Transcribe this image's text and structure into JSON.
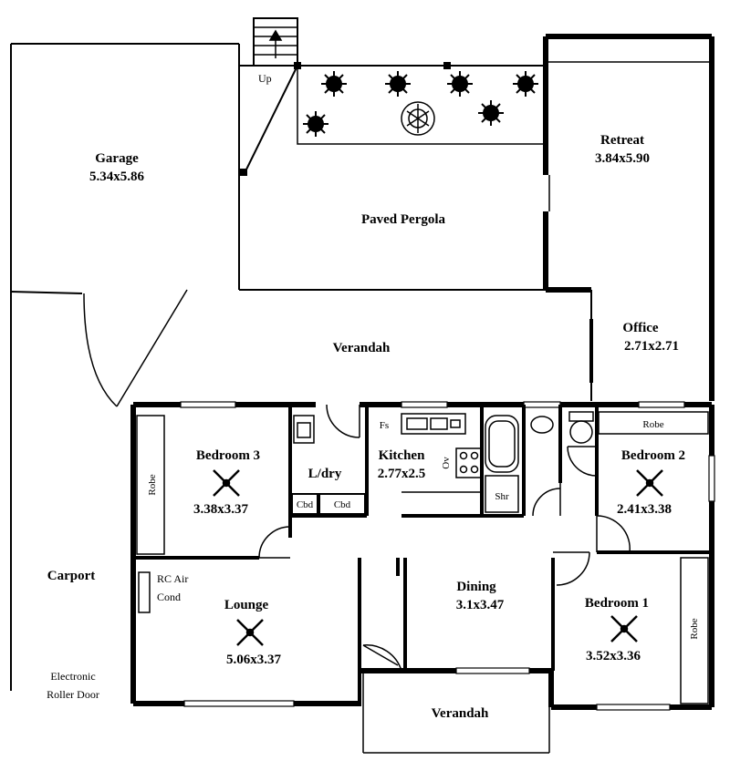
{
  "rooms": {
    "garage": {
      "name": "Garage",
      "dims": "5.34x5.86"
    },
    "paved_pergola": {
      "name": "Paved Pergola"
    },
    "retreat": {
      "name": "Retreat",
      "dims": "3.84x5.90"
    },
    "office": {
      "name": "Office",
      "dims": "2.71x2.71"
    },
    "verandah_top": {
      "name": "Verandah"
    },
    "bedroom3": {
      "name": "Bedroom 3",
      "dims": "3.38x3.37"
    },
    "ldry": {
      "name": "L/dry"
    },
    "kitchen": {
      "name": "Kitchen",
      "dims": "2.77x2.5"
    },
    "bedroom2": {
      "name": "Bedroom 2",
      "dims": "2.41x3.38"
    },
    "carport": {
      "name": "Carport"
    },
    "lounge": {
      "name": "Lounge",
      "dims": "5.06x3.37"
    },
    "dining": {
      "name": "Dining",
      "dims": "3.1x3.47"
    },
    "bedroom1": {
      "name": "Bedroom 1",
      "dims": "3.52x3.36"
    },
    "verandah_bottom": {
      "name": "Verandah"
    }
  },
  "labels": {
    "stairs_up": "Up",
    "robe_bed3": "Robe",
    "robe_bed2": "Robe",
    "robe_bed1": "Robe",
    "cbd1": "Cbd",
    "cbd2": "Cbd",
    "fridge_space": "Fs",
    "oven": "Ov",
    "shower": "Shr",
    "rc_air_line1": "RC Air",
    "rc_air_line2": "Cond",
    "roller_line1": "Electronic",
    "roller_line2": "Roller Door"
  }
}
